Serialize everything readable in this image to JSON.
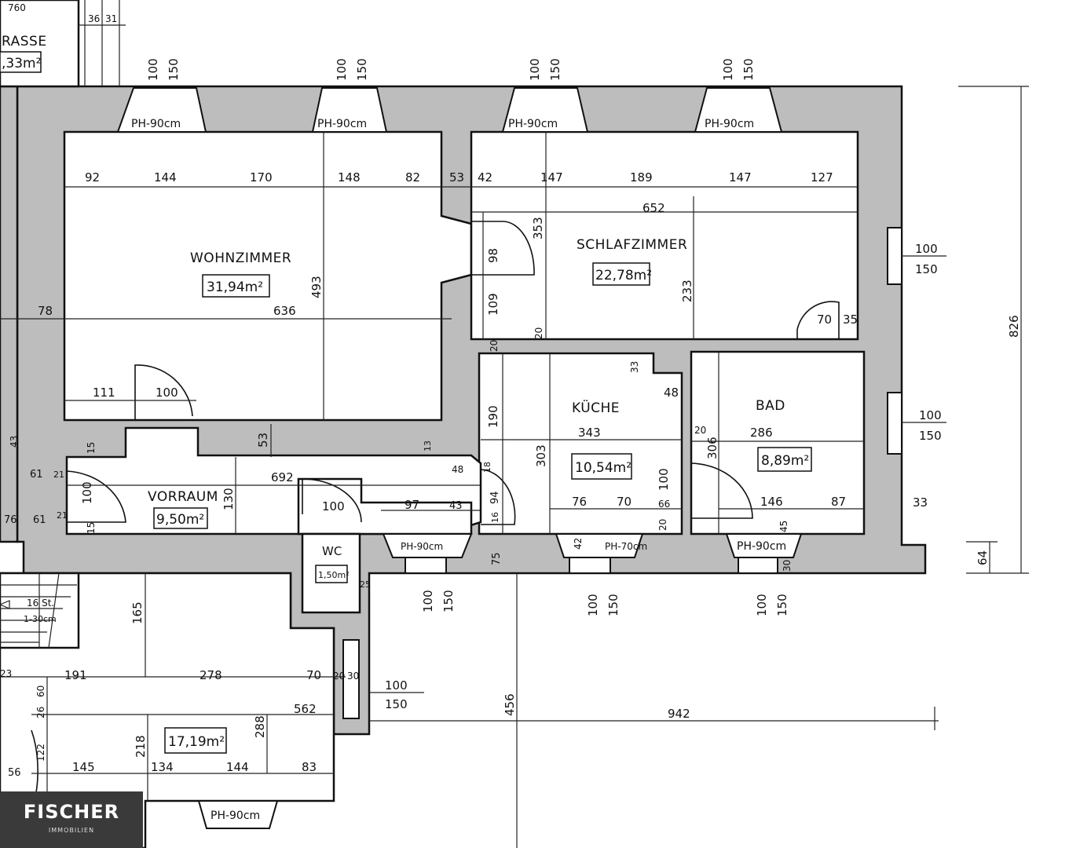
{
  "rooms": {
    "wohnzimmer": {
      "label": "WOHNZIMMER",
      "area": "31,94m²"
    },
    "schlafzimmer": {
      "label": "SCHLAFZIMMER",
      "area": "22,78m²"
    },
    "kueche": {
      "label": "KÜCHE",
      "area": "10,54m²"
    },
    "bad": {
      "label": "BAD",
      "area": "8,89m²"
    },
    "vorraum": {
      "label": "VORRAUM",
      "area": "9,50m²"
    },
    "wc": {
      "label": "WC",
      "area": "1,50m²"
    },
    "lower_room": {
      "area": "17,19m²"
    },
    "terrasse": {
      "label": "RASSE",
      "area": ",33m²"
    }
  },
  "stairs": {
    "steps": "16 St.",
    "size": "1-30cm"
  },
  "window_sill": "PH-90cm",
  "window_sill_alt": "PH-70cm",
  "window": {
    "width": "100",
    "height": "150"
  },
  "dims": {
    "wz_top": [
      "92",
      "144",
      "170",
      "148",
      "82",
      "53"
    ],
    "sz_top": [
      "42",
      "147",
      "189",
      "147",
      "127"
    ],
    "sz_width": "652",
    "sz_353": "353",
    "sz_233": "233",
    "sz_98": "98",
    "sz_109": "109",
    "sz_70": "70",
    "sz_35": "35",
    "wz_78": "78",
    "wz_636": "636",
    "wz_493": "493",
    "wz_111": "111",
    "wz_100": "100",
    "wall_53": "53",
    "wall_20a": "20",
    "wall_20b": "20",
    "wall_20c": "20",
    "k_33": "33",
    "k_48": "48",
    "k_190": "190",
    "k_343": "343",
    "k_303": "303",
    "k_100": "100",
    "k_76": "76",
    "k_70": "70",
    "k_66": "66",
    "k_20": "20",
    "k_42": "42",
    "bad_286": "286",
    "bad_306": "306",
    "bad_146": "146",
    "bad_87": "87",
    "bad_45": "45",
    "bad_30": "30",
    "ext_33": "33",
    "ext_826": "826",
    "ext_64": "64",
    "v_692": "692",
    "v_130": "130",
    "v_100": "100",
    "v_15a": "15",
    "v_15b": "15",
    "v_61a": "61",
    "v_21a": "21",
    "v_61b": "61",
    "v_21b": "21",
    "v_76": "76",
    "v_43": "43",
    "c_97": "97",
    "c_43": "43",
    "c_48": "48",
    "c_94": "94",
    "c_18": "18",
    "c_16": "16",
    "c_13": "13",
    "c_75": "75",
    "wc_100": "100",
    "wc_25": "25",
    "l_165": "165",
    "l_191": "191",
    "l_278": "278",
    "l_70": "70",
    "l_20": "20",
    "l_30": "30",
    "l_562": "562",
    "l_218": "218",
    "l_288": "288",
    "l_145": "145",
    "l_134": "134",
    "l_144": "144",
    "l_83": "83",
    "l_60": "60",
    "l_26": "26",
    "l_122": "122",
    "l_56": "56",
    "l_23": "23",
    "ext_456": "456",
    "ext_942": "942",
    "top_36": "36",
    "top_31": "31",
    "top_760": "760"
  },
  "logo": {
    "brand": "FISCHER",
    "sub": "IMMOBILIEN"
  }
}
